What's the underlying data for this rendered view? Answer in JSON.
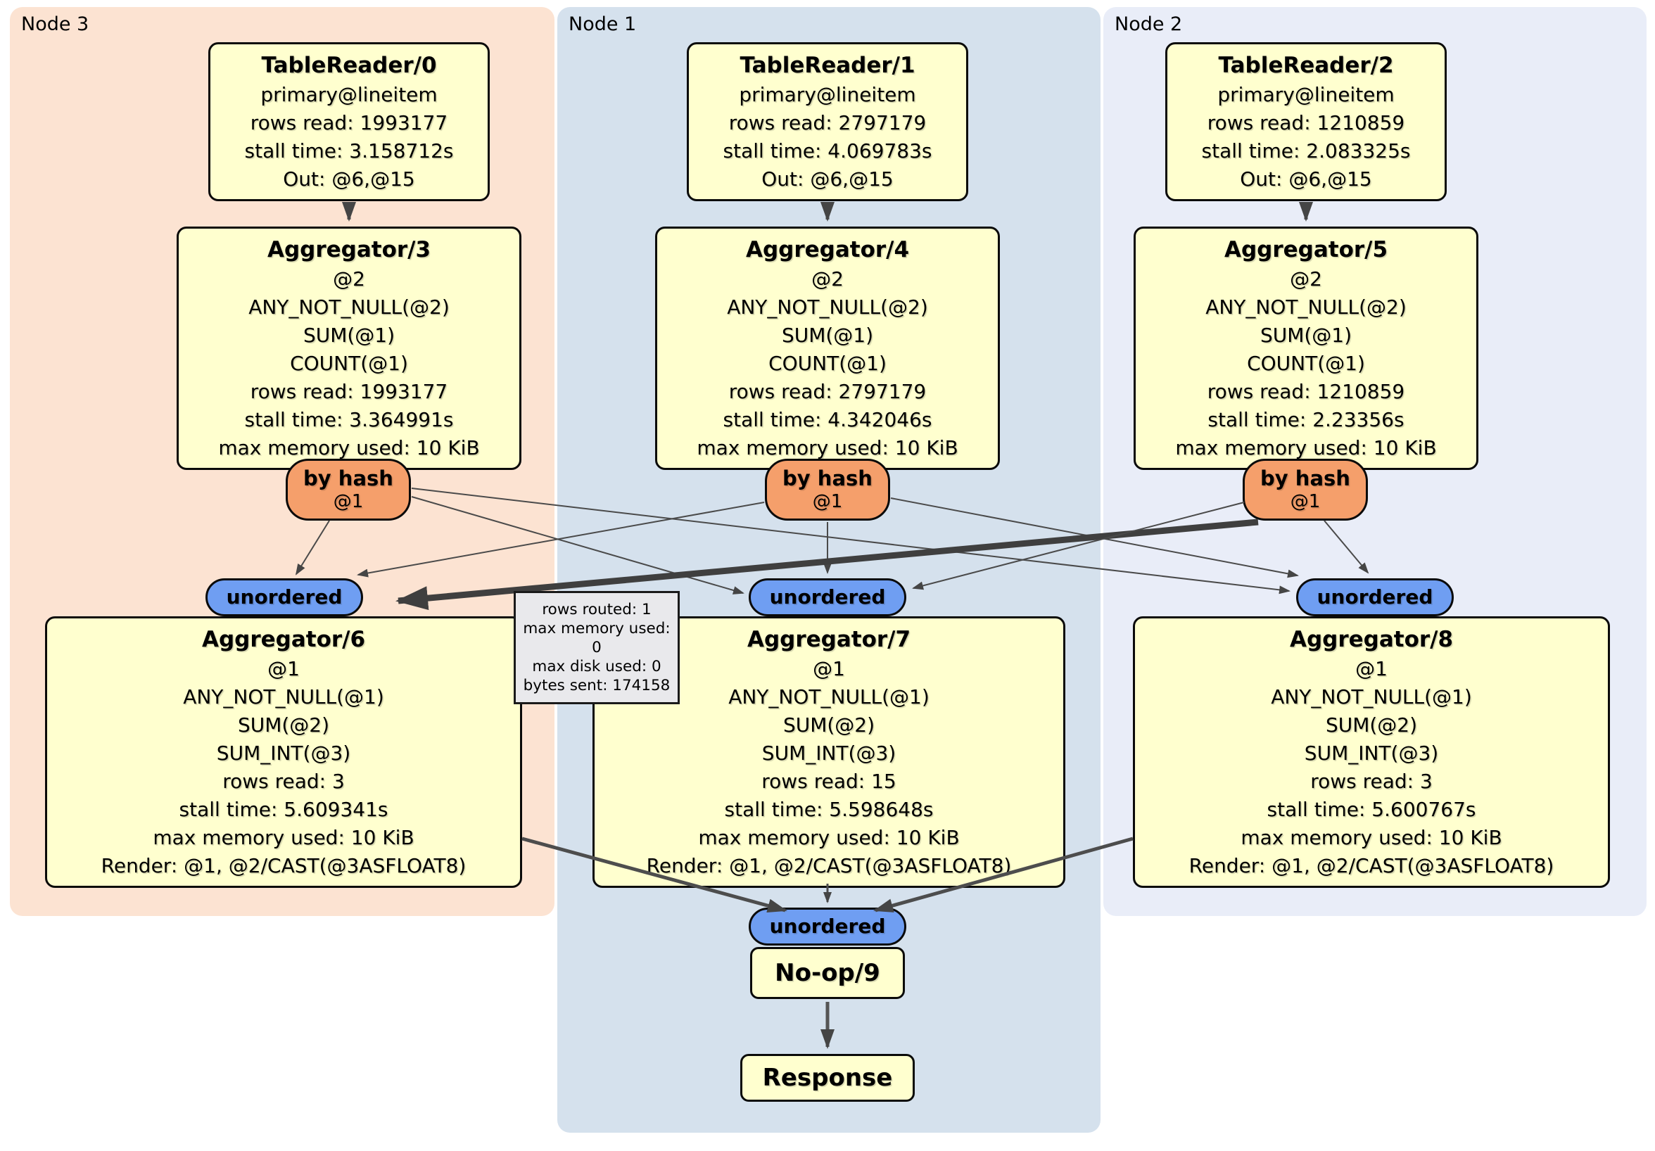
{
  "panels": {
    "node3": {
      "label": "Node 3"
    },
    "node1": {
      "label": "Node 1"
    },
    "node2": {
      "label": "Node 2"
    }
  },
  "processors": {
    "tr0": {
      "title": "TableReader/0",
      "lines": [
        "primary@lineitem",
        "rows read: 1993177",
        "stall time: 3.158712s",
        "Out: @6,@15"
      ]
    },
    "tr1": {
      "title": "TableReader/1",
      "lines": [
        "primary@lineitem",
        "rows read: 2797179",
        "stall time: 4.069783s",
        "Out: @6,@15"
      ]
    },
    "tr2": {
      "title": "TableReader/2",
      "lines": [
        "primary@lineitem",
        "rows read: 1210859",
        "stall time: 2.083325s",
        "Out: @6,@15"
      ]
    },
    "agg3": {
      "title": "Aggregator/3",
      "lines": [
        "@2",
        "ANY_NOT_NULL(@2)",
        "SUM(@1)",
        "COUNT(@1)",
        "rows read: 1993177",
        "stall time: 3.364991s",
        "max memory used: 10 KiB"
      ]
    },
    "agg4": {
      "title": "Aggregator/4",
      "lines": [
        "@2",
        "ANY_NOT_NULL(@2)",
        "SUM(@1)",
        "COUNT(@1)",
        "rows read: 2797179",
        "stall time: 4.342046s",
        "max memory used: 10 KiB"
      ]
    },
    "agg5": {
      "title": "Aggregator/5",
      "lines": [
        "@2",
        "ANY_NOT_NULL(@2)",
        "SUM(@1)",
        "COUNT(@1)",
        "rows read: 1210859",
        "stall time: 2.23356s",
        "max memory used: 10 KiB"
      ]
    },
    "agg6": {
      "title": "Aggregator/6",
      "lines": [
        "@1",
        "ANY_NOT_NULL(@1)",
        "SUM(@2)",
        "SUM_INT(@3)",
        "rows read: 3",
        "stall time: 5.609341s",
        "max memory used: 10 KiB",
        "Render: @1, @2/CAST(@3ASFLOAT8)"
      ]
    },
    "agg7": {
      "title": "Aggregator/7",
      "lines": [
        "@1",
        "ANY_NOT_NULL(@1)",
        "SUM(@2)",
        "SUM_INT(@3)",
        "rows read: 15",
        "stall time: 5.598648s",
        "max memory used: 10 KiB",
        "Render: @1, @2/CAST(@3ASFLOAT8)"
      ]
    },
    "agg8": {
      "title": "Aggregator/8",
      "lines": [
        "@1",
        "ANY_NOT_NULL(@1)",
        "SUM(@2)",
        "SUM_INT(@3)",
        "rows read: 3",
        "stall time: 5.600767s",
        "max memory used: 10 KiB",
        "Render: @1, @2/CAST(@3ASFLOAT8)"
      ]
    },
    "noop": {
      "title": "No-op/9"
    },
    "response": {
      "title": "Response"
    }
  },
  "routers": [
    {
      "label": "by hash",
      "sub": "@1"
    },
    {
      "label": "by hash",
      "sub": "@1"
    },
    {
      "label": "by hash",
      "sub": "@1"
    }
  ],
  "syncs": [
    {
      "label": "unordered"
    },
    {
      "label": "unordered"
    },
    {
      "label": "unordered"
    },
    {
      "label": "unordered"
    }
  ],
  "edge_tooltip": {
    "lines": [
      "rows routed: 1",
      "max memory used: 0",
      "max disk used: 0",
      "bytes sent: 174158"
    ]
  },
  "colors": {
    "node3_bg": "#fce3d2",
    "node1_bg": "#d5e1ed",
    "node2_bg": "#e9edf8",
    "box_bg": "#ffffcf",
    "router_bg": "#f59f6b",
    "sync_bg": "#6f9ef2",
    "tooltip_bg": "#e9e9ec",
    "edge": "#474747"
  }
}
